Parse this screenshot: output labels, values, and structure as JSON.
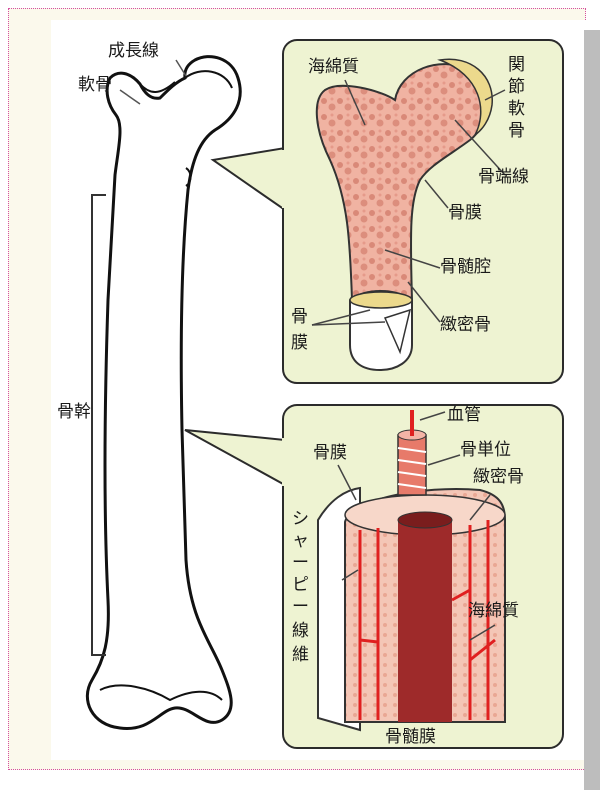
{
  "labels": {
    "growth_line": "成長線",
    "cartilage": "軟骨",
    "shaft": "骨幹",
    "spongy_bone_top": "海綿質",
    "articular_cartilage": [
      "関",
      "節",
      "軟",
      "骨"
    ],
    "epiphyseal_line": "骨端線",
    "periosteum_top": "骨膜",
    "marrow_cavity": "骨髄腔",
    "compact_bone_top": "緻密骨",
    "periosteum_left": [
      "骨",
      "膜"
    ],
    "blood_vessel": "血管",
    "periosteum_bottom": "骨膜",
    "osteon": "骨単位",
    "compact_bone_bottom": "緻密骨",
    "sharpey_fibers": [
      "シ",
      "ャ",
      "ー",
      "ピ",
      "ー",
      "線",
      "維"
    ],
    "spongy_bone_bottom": "海綿質",
    "endosteum": "骨髄膜"
  },
  "colors": {
    "panel_bg": "#eef3d2",
    "panel_border": "#2b2b2b",
    "bone_pink": "#e7a090",
    "bone_light": "#f7d7c9",
    "marrow_dark": "#9e2a2a",
    "vessel_red": "#e02020",
    "cartilage_yellow": "#ecd98c"
  }
}
